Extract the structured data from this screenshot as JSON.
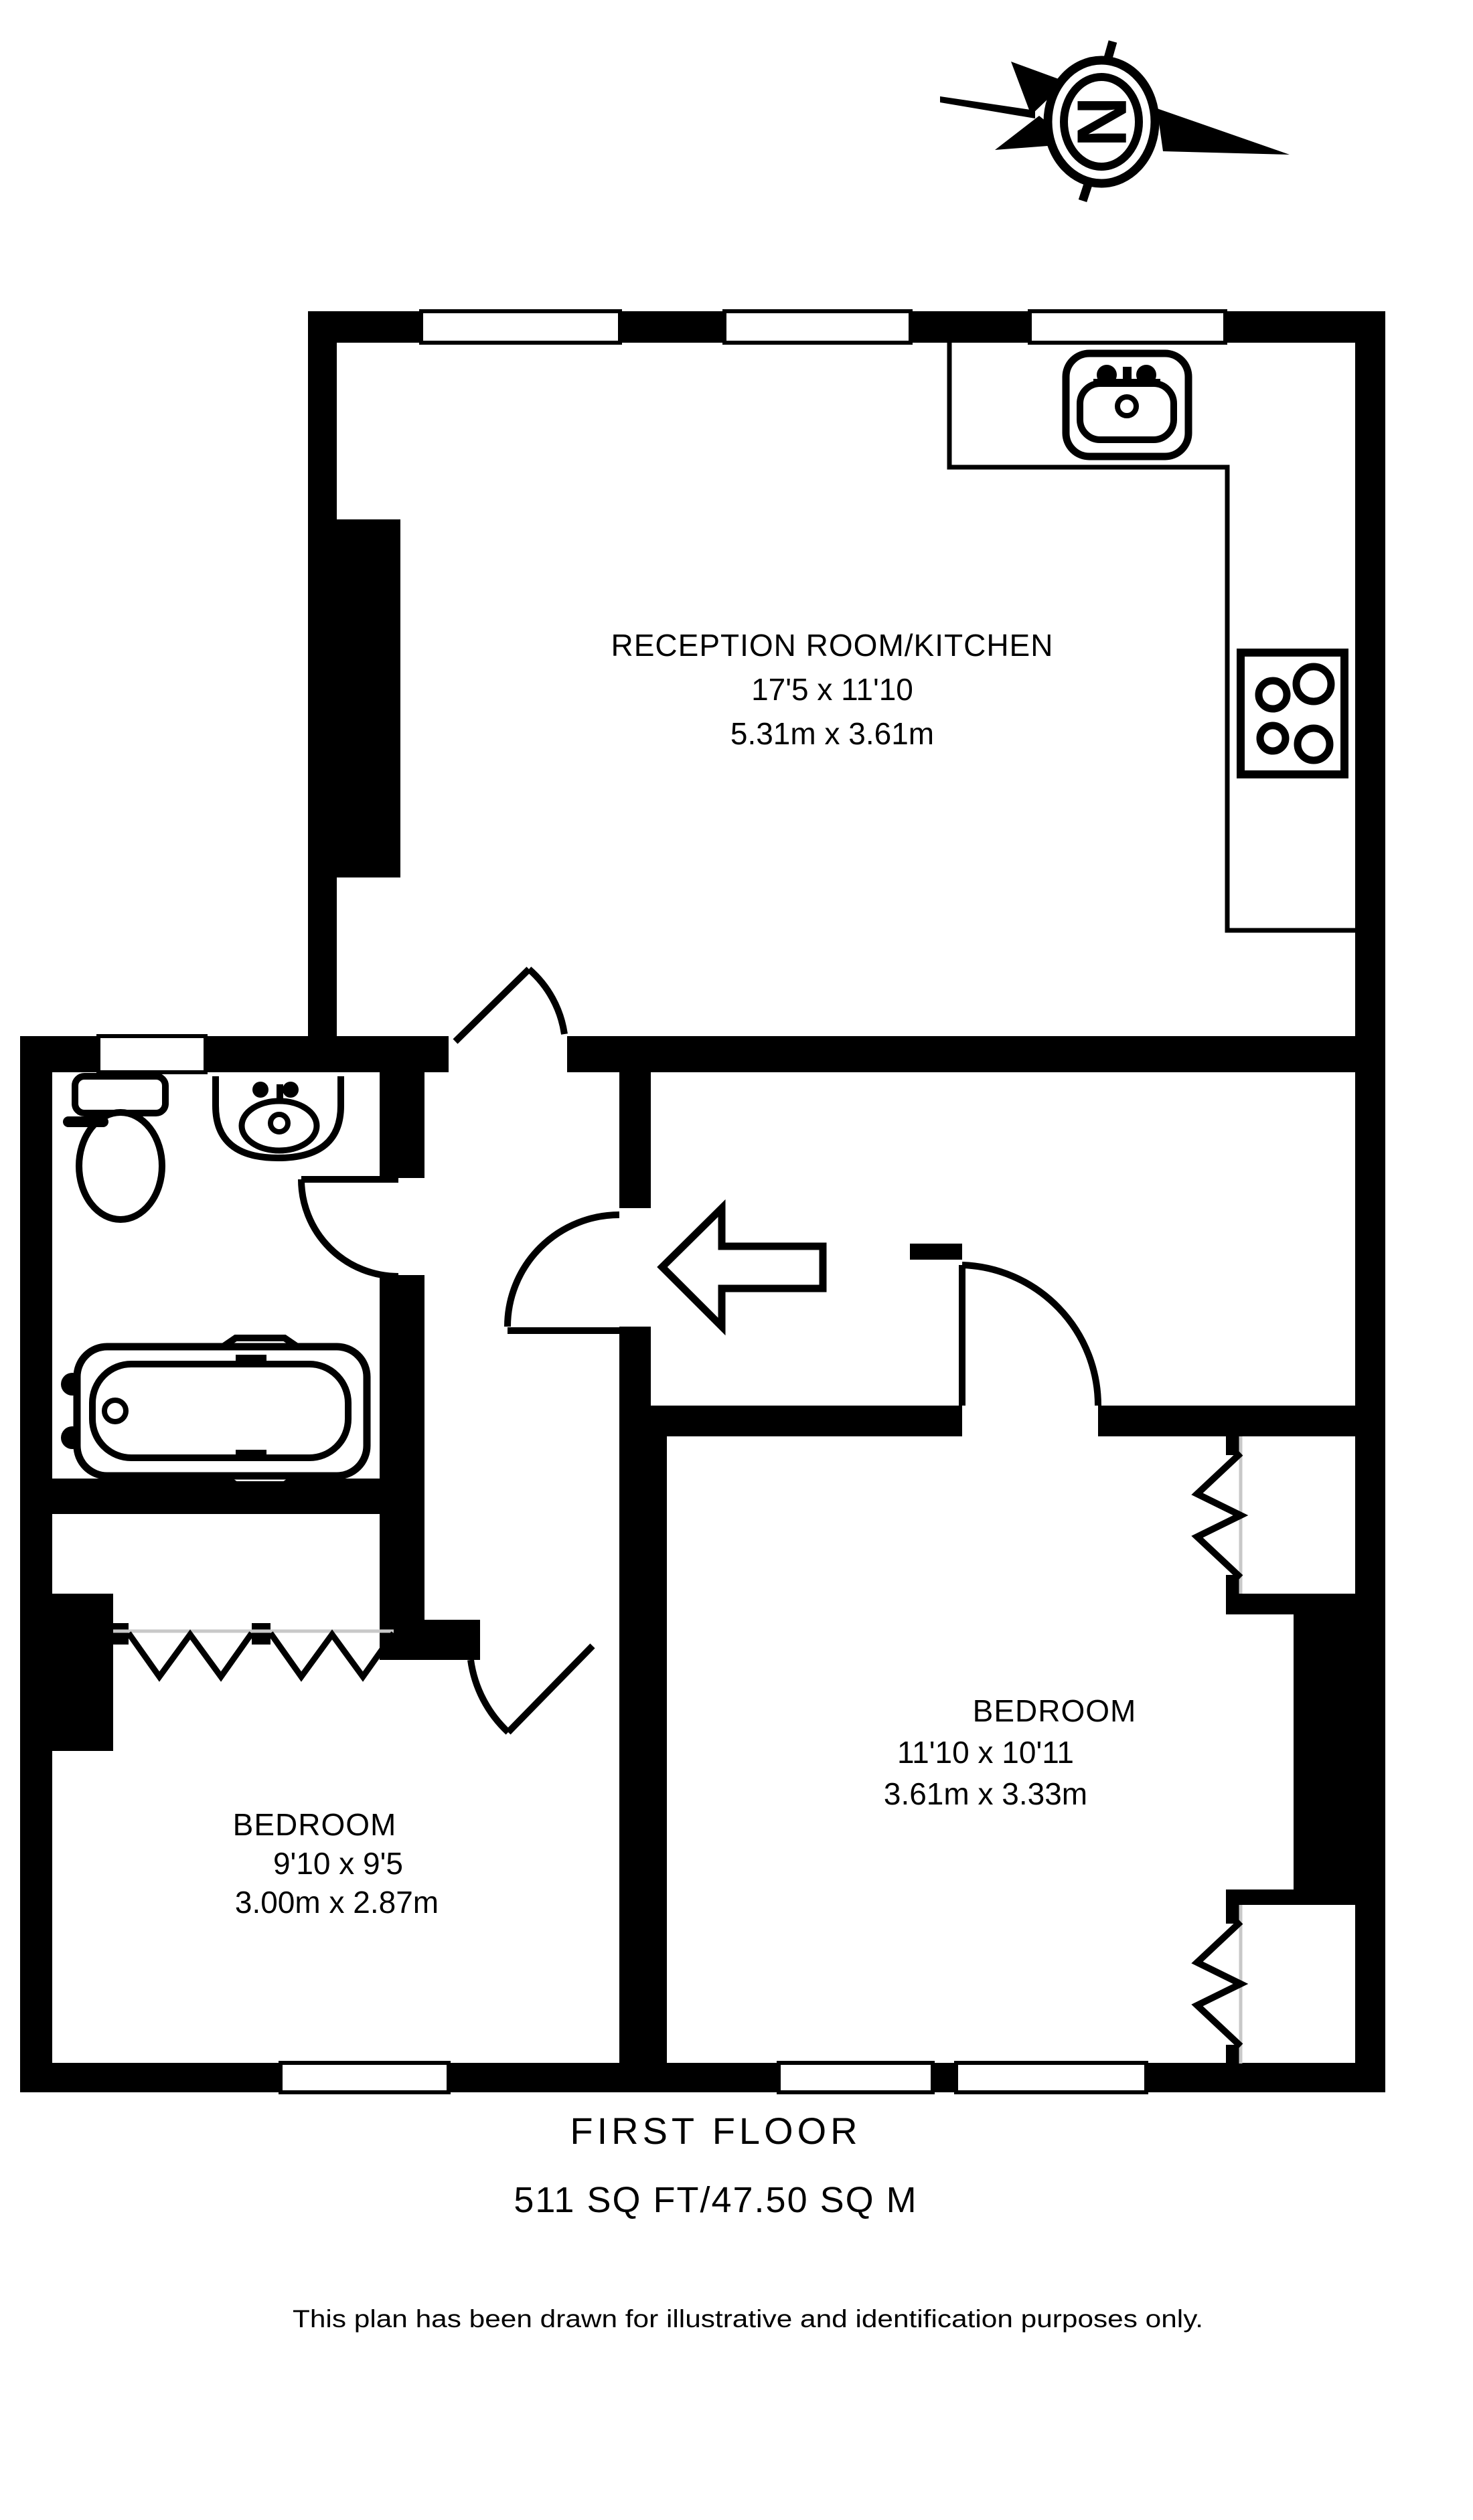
{
  "page": {
    "background": "#ffffff",
    "ink": "#000000",
    "muted_line": "#c8c8c8"
  },
  "compass": {
    "letter": "N"
  },
  "rooms": {
    "reception": {
      "name": "RECEPTION ROOM/KITCHEN",
      "imperial": "17'5 x 11'10",
      "metric": "5.31m x 3.61m"
    },
    "bedroom_right": {
      "name": "BEDROOM",
      "imperial": "11'10 x 10'11",
      "metric": "3.61m x 3.33m"
    },
    "bedroom_left": {
      "name": "BEDROOM",
      "imperial": "9'10 x 9'5",
      "metric": "3.00m x 2.87m"
    }
  },
  "footer": {
    "floor_label": "FIRST FLOOR",
    "area_label": "511 SQ FT/47.50 SQ M",
    "disclaimer": "This plan has been drawn for illustrative and identification purposes only."
  },
  "symbols": {
    "compass": "north-compass-rose",
    "entry": "entry-direction-arrow",
    "fixtures": [
      "kitchen-sink",
      "hob",
      "toilet",
      "hand-basin",
      "bathtub"
    ],
    "features": [
      "window",
      "door-swing",
      "wardrobe-chevrons",
      "chimney-breast"
    ]
  }
}
